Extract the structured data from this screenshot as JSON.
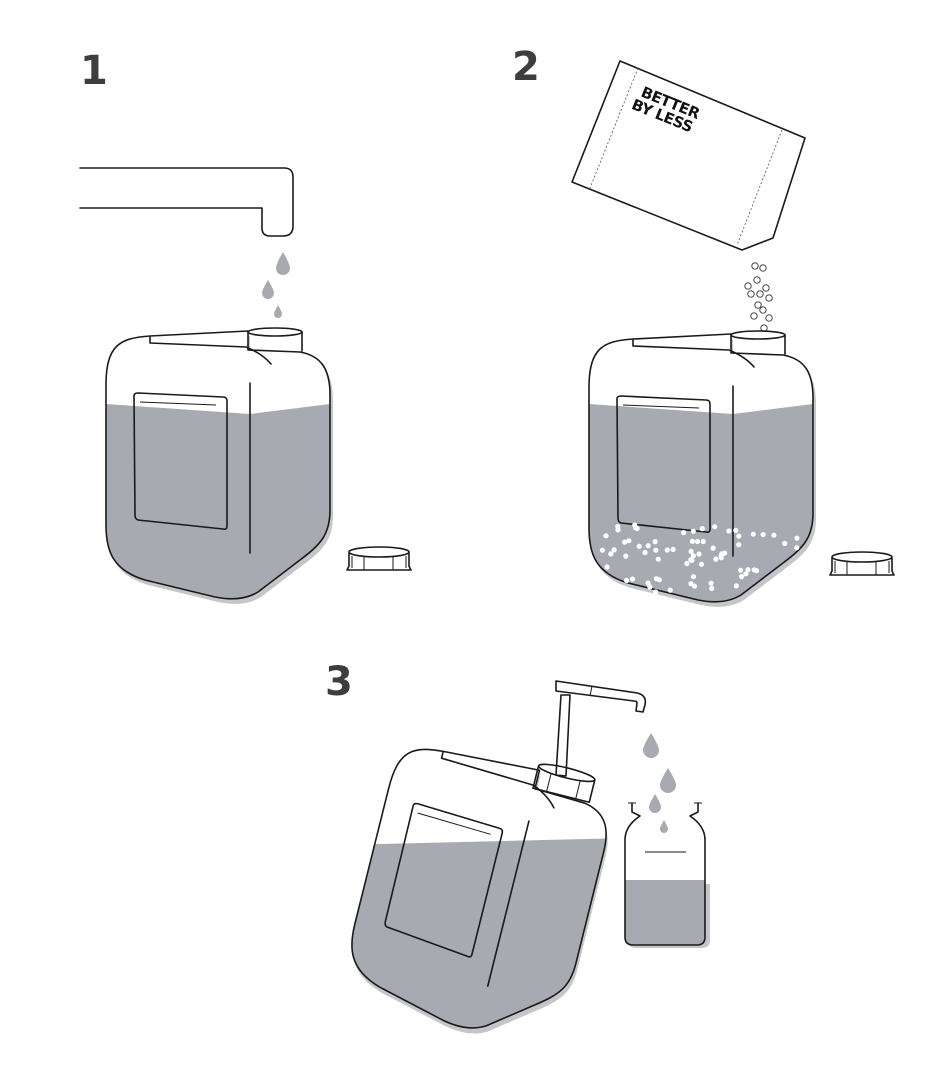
{
  "steps": [
    {
      "number": "1",
      "description_icon": "faucet-filling-canister"
    },
    {
      "number": "2",
      "description_icon": "packet-pouring-into-canister"
    },
    {
      "number": "3",
      "description_icon": "pump-dispensing-into-bottle"
    }
  ],
  "packet": {
    "brand_line1": "BETTER",
    "brand_line2": "BY LESS"
  },
  "colors": {
    "liquid": "#a7aab0",
    "outline": "#1a1a1a",
    "numbers": "#3d3d3d"
  }
}
